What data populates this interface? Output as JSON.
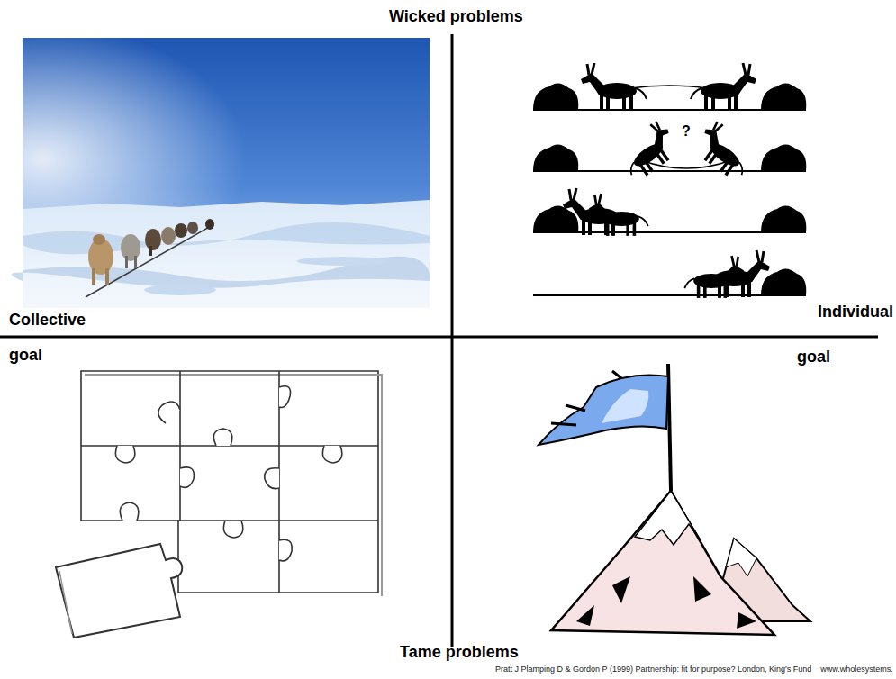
{
  "diagram": {
    "caption": "Pratt J Plamping D & Gordon P (1999) Partnership: fit for purpose? London, King's Fund    www.wholesystems.",
    "labels": [
      "Wicked problems",
      "Collective",
      "goal",
      "Individual",
      "goal",
      "?",
      "Tame problems"
    ]
  }
}
